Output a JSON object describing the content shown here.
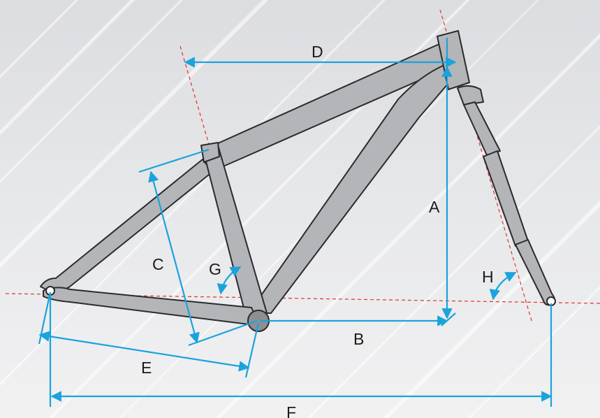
{
  "diagram": {
    "labels": {
      "A": "A",
      "B": "B",
      "C": "C",
      "D": "D",
      "E": "E",
      "F": "F",
      "G": "G",
      "H": "H"
    },
    "colors": {
      "background": "#e9eaec",
      "frame_fill": "#b4b5b8",
      "frame_stroke": "#2b2b2d",
      "dimension": "#1aa3dc",
      "reference_line": "#e0312b",
      "label": "#1b1b1b"
    }
  }
}
